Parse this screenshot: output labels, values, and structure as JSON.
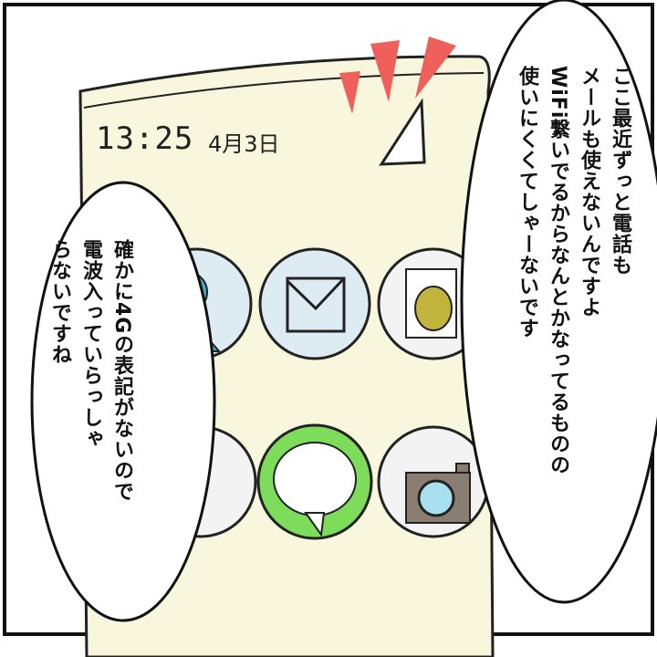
{
  "phone": {
    "time": "13:25",
    "date": "4月3日",
    "apps": [
      "contacts-app",
      "mail-app",
      "wallet-app",
      "browser-app",
      "messages-app",
      "camera-app"
    ]
  },
  "speech_right": {
    "lines": [
      "ここ最近ずっと電話も",
      "メールも使えないんですよ",
      "WiFi繋いでるからなんとかなってるものの",
      "使いにくくてしゃーないです"
    ]
  },
  "speech_left": {
    "lines": [
      "確かに4Gの表記がないので",
      "電波入っていらっしゃ",
      "らないですね"
    ]
  },
  "colors": {
    "phone": "#f8f6dc",
    "accent_red": "#f0605a",
    "icon_bg": "#dcecf2",
    "message_green": "#7ddc5a",
    "contact_blue": "#4aa8c8"
  }
}
